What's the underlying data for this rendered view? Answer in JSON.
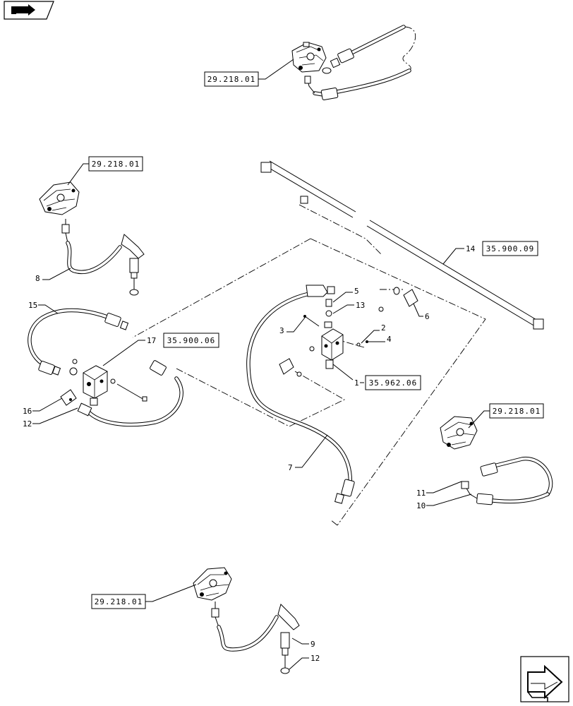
{
  "reference_boxes": [
    {
      "id": "ref-top",
      "label": "29.218.01"
    },
    {
      "id": "ref-left",
      "label": "29.218.01"
    },
    {
      "id": "ref-14",
      "label": "35.900.09"
    },
    {
      "id": "ref-17",
      "label": "35.900.06"
    },
    {
      "id": "ref-1",
      "label": "35.962.06"
    },
    {
      "id": "ref-right",
      "label": "29.218.01"
    },
    {
      "id": "ref-bottom",
      "label": "29.218.01"
    }
  ],
  "callouts": [
    {
      "id": "c1",
      "label": "1"
    },
    {
      "id": "c2",
      "label": "2"
    },
    {
      "id": "c3",
      "label": "3"
    },
    {
      "id": "c4",
      "label": "4"
    },
    {
      "id": "c5",
      "label": "5"
    },
    {
      "id": "c6",
      "label": "6"
    },
    {
      "id": "c7",
      "label": "7"
    },
    {
      "id": "c8",
      "label": "8"
    },
    {
      "id": "c9",
      "label": "9"
    },
    {
      "id": "c10",
      "label": "10"
    },
    {
      "id": "c11",
      "label": "11"
    },
    {
      "id": "c12a",
      "label": "12"
    },
    {
      "id": "c12b",
      "label": "12"
    },
    {
      "id": "c13",
      "label": "13"
    },
    {
      "id": "c14",
      "label": "14"
    },
    {
      "id": "c15",
      "label": "15"
    },
    {
      "id": "c16",
      "label": "16"
    },
    {
      "id": "c17",
      "label": "17"
    }
  ],
  "icons": {
    "top_left": "hand-pointing-icon",
    "bottom_right": "next-page-arrow-icon"
  }
}
